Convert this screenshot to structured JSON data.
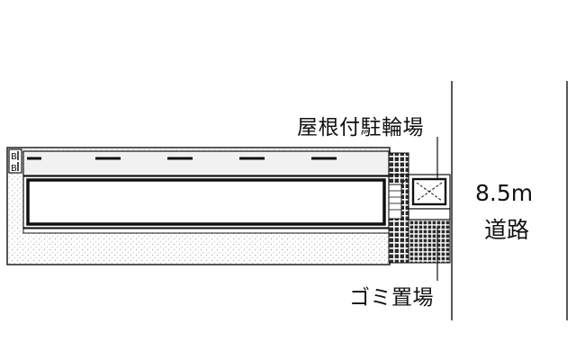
{
  "labels": {
    "covered_bicycle_parking": "屋根付駐輪場",
    "garbage_area": "ゴミ置場",
    "road_width": "8.5m",
    "road": "道路"
  },
  "building_marks": [
    "B",
    "B"
  ],
  "colors": {
    "line": "#111111",
    "stipple_fill": "#dcdcdc",
    "tile_fill": "#2b2b2b",
    "background": "#ffffff"
  },
  "icons": {
    "bicycle_parking": "x-cross-box",
    "stairs": "stair-hatch"
  }
}
